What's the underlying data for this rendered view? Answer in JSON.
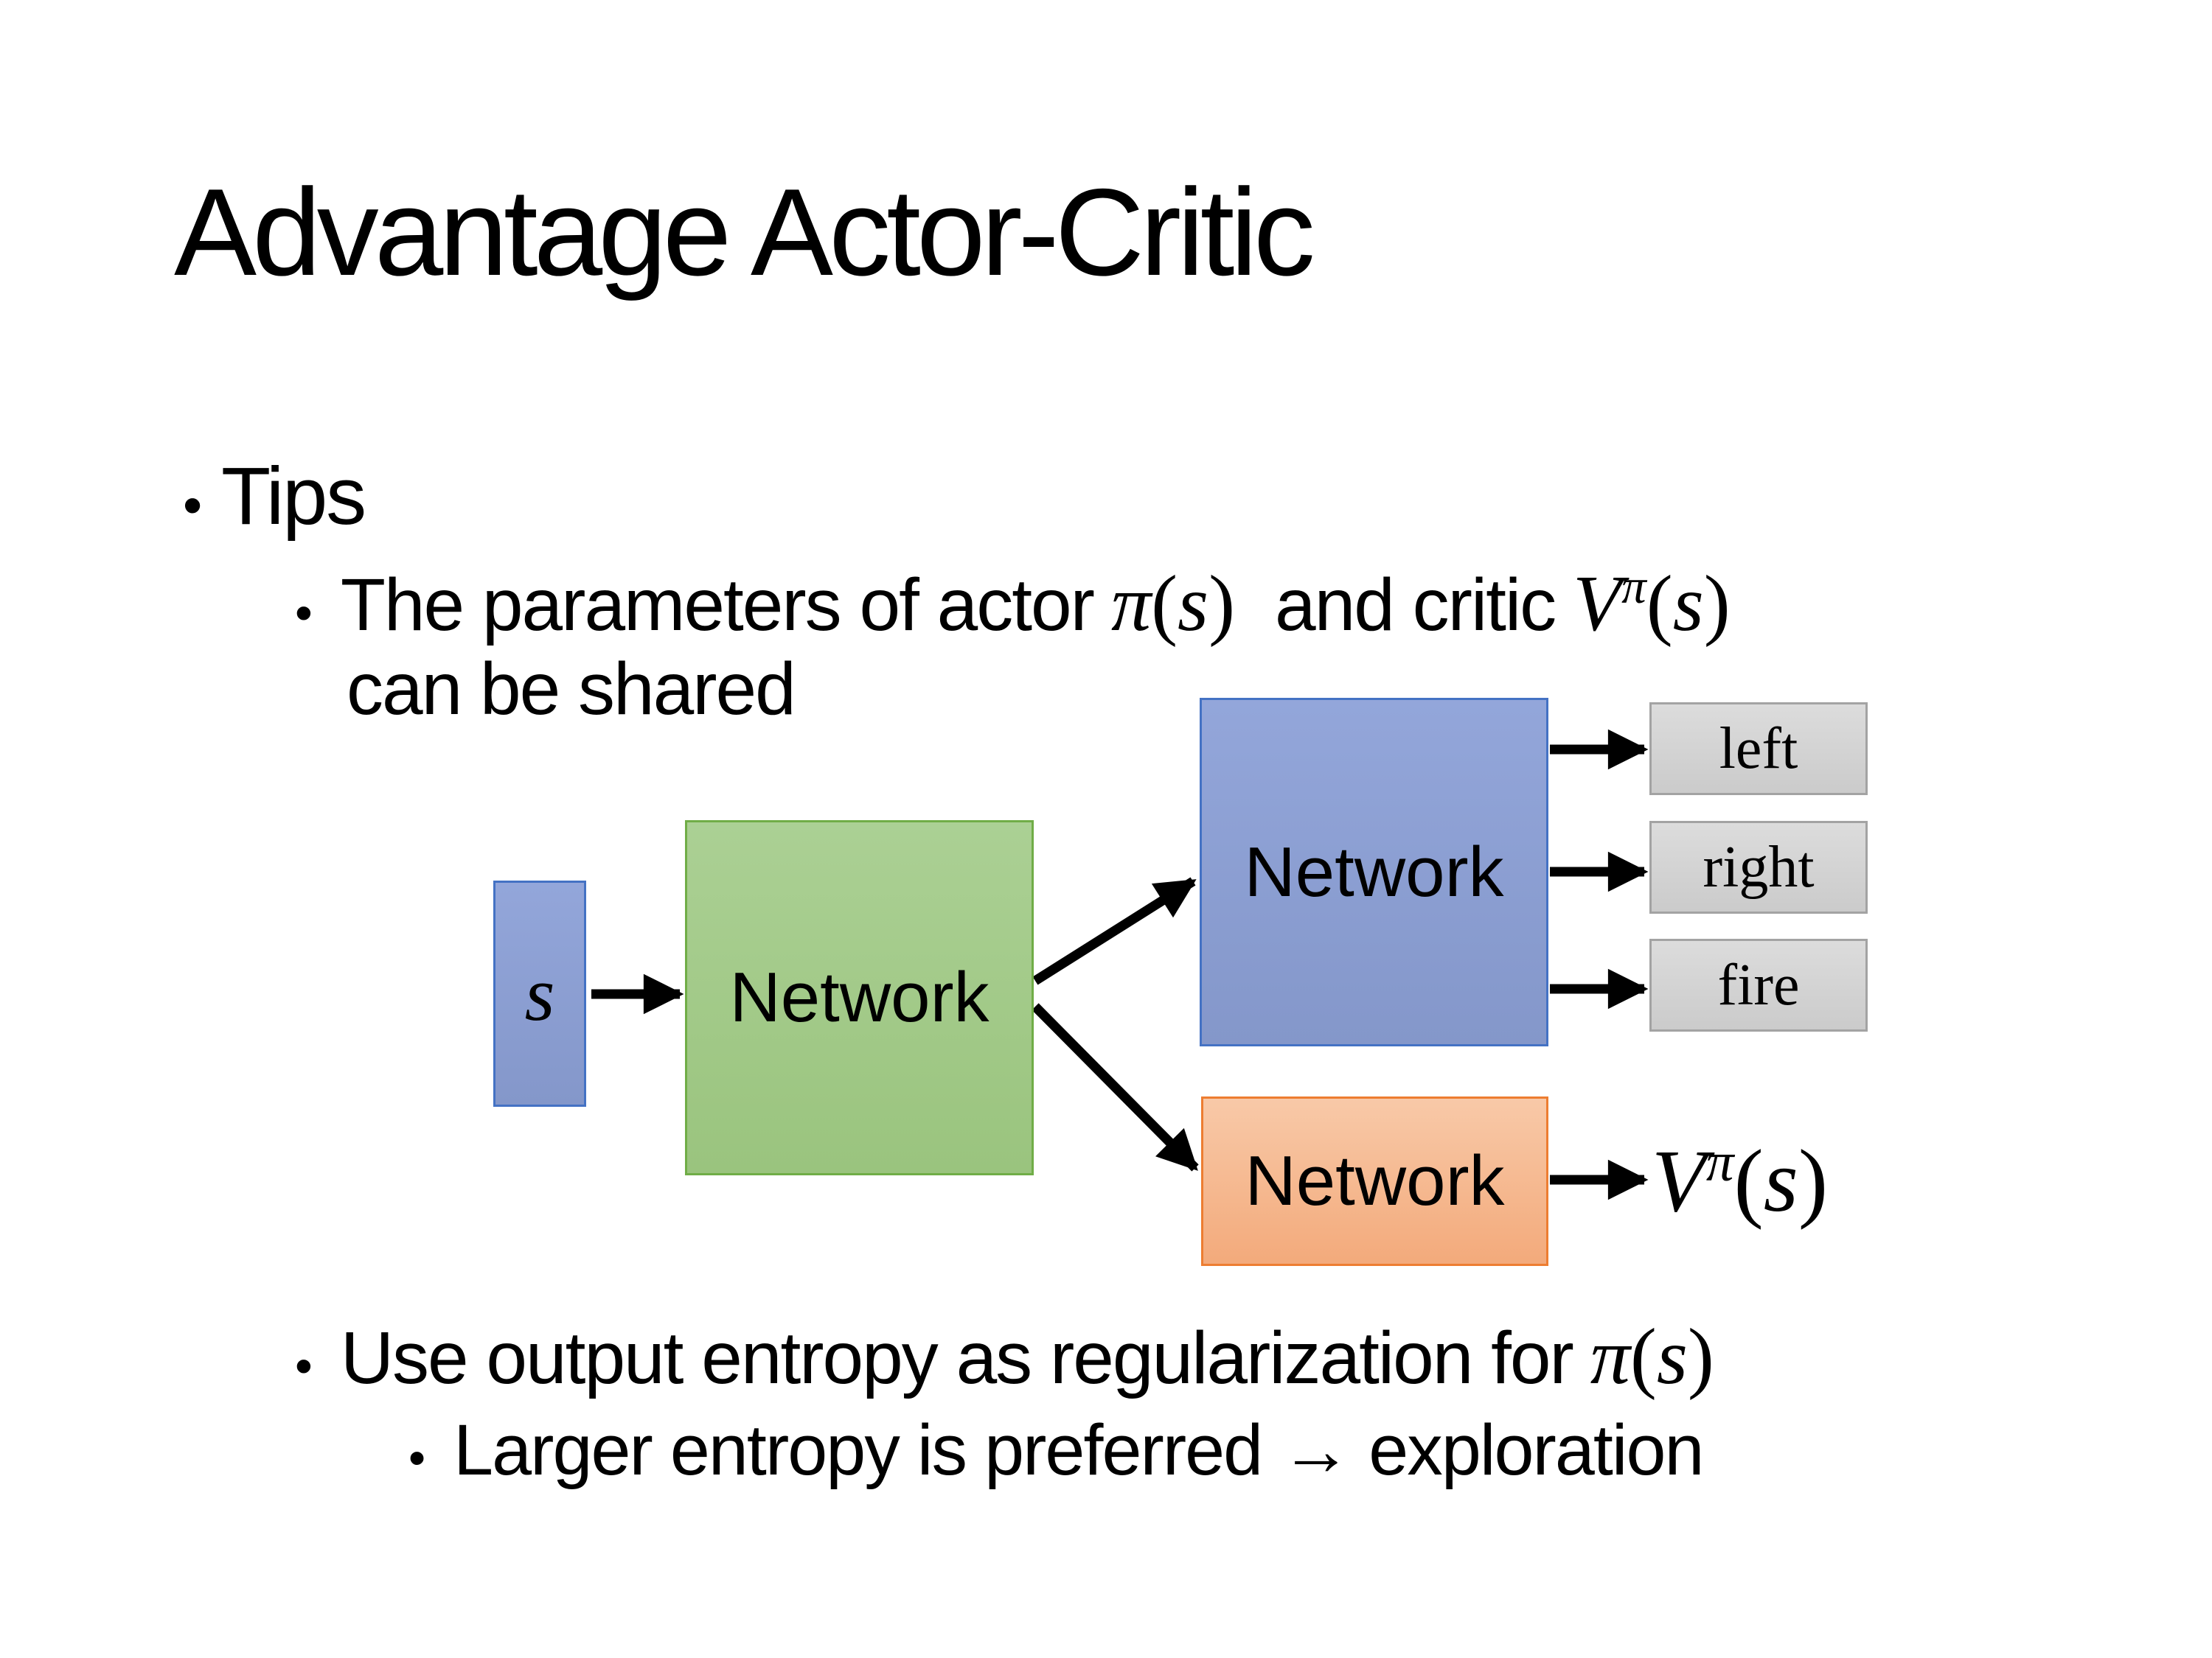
{
  "slide": {
    "title": "Advantage Actor-Critic",
    "bullet_char": "•"
  },
  "bullets": {
    "tips": "Tips",
    "shared_pre": "The parameters of actor",
    "shared_mid": "and critic",
    "shared_line2": "can be shared",
    "entropy_pre": "Use output entropy as regularization for",
    "exploration": "Larger entropy is preferred → exploration"
  },
  "math": {
    "pi": "π",
    "s": "s",
    "V": "V",
    "lparen": "(",
    "rparen": ")"
  },
  "diagram": {
    "input_label": "s",
    "shared_network_label": "Network",
    "actor_network_label": "Network",
    "critic_network_label": "Network",
    "actions": [
      "left",
      "right",
      "fire"
    ]
  },
  "colors": {
    "input_fill_top": "#93A6DA",
    "input_fill_bottom": "#8497CA",
    "input_border": "#4472C4",
    "shared_fill_top": "#ABD094",
    "shared_fill_bottom": "#9AC47E",
    "shared_border": "#70AD47",
    "actor_fill_top": "#93A6DA",
    "actor_fill_bottom": "#8497CA",
    "actor_border": "#4472C4",
    "critic_fill_top": "#F8C9A8",
    "critic_fill_bottom": "#F3AA7B",
    "critic_border": "#ED7D31",
    "action_fill_top": "#DCDCDC",
    "action_fill_bottom": "#CBCBCB",
    "action_border": "#A3A3A3",
    "arrow": "#000000"
  }
}
